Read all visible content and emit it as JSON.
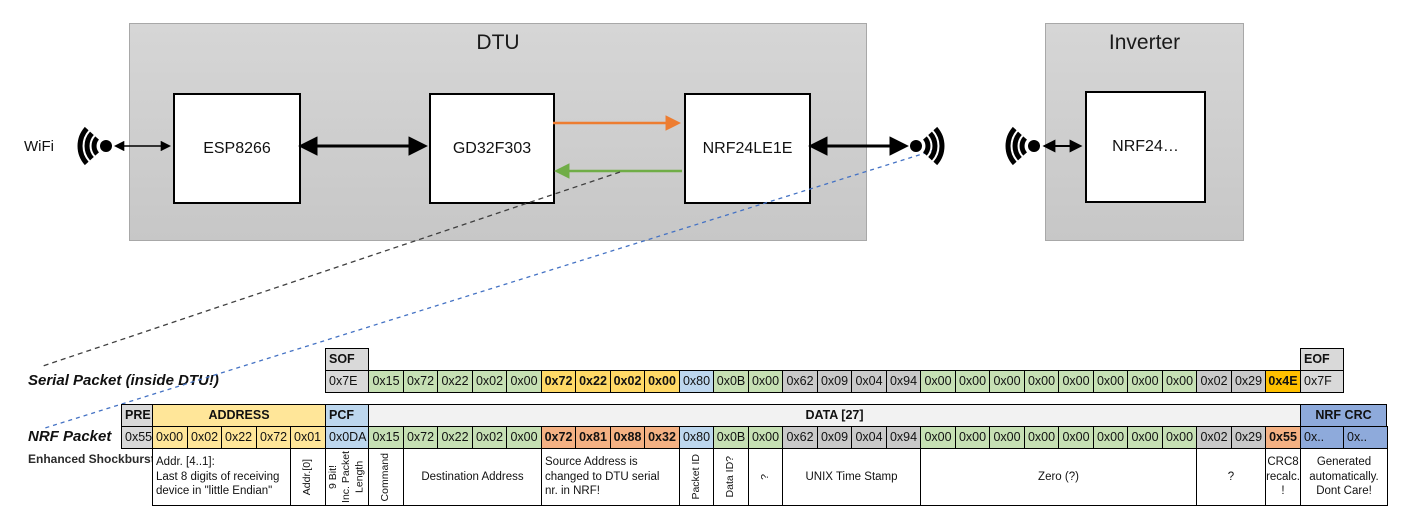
{
  "diagram": {
    "wifi_label": "WiFi",
    "dtu": {
      "title": "DTU",
      "boxes": [
        "ESP8266",
        "GD32F303",
        "NRF24LE1E"
      ]
    },
    "inverter": {
      "title": "Inverter",
      "box": "NRF24…"
    }
  },
  "serial_packet": {
    "label": "Serial Packet (inside DTU!)",
    "sof": {
      "header": "SOF",
      "value": "0x7E"
    },
    "eof": {
      "header": "EOF",
      "value": "0x7F"
    },
    "bytes": [
      {
        "v": "0x15",
        "s": "green"
      },
      {
        "v": "0x72",
        "s": "green"
      },
      {
        "v": "0x22",
        "s": "green"
      },
      {
        "v": "0x02",
        "s": "green"
      },
      {
        "v": "0x00",
        "s": "green"
      },
      {
        "v": "0x72",
        "s": "gold"
      },
      {
        "v": "0x22",
        "s": "gold"
      },
      {
        "v": "0x02",
        "s": "gold"
      },
      {
        "v": "0x00",
        "s": "gold"
      },
      {
        "v": "0x80",
        "s": "blue"
      },
      {
        "v": "0x0B",
        "s": "green"
      },
      {
        "v": "0x00",
        "s": "green"
      },
      {
        "v": "0x62",
        "s": "gray"
      },
      {
        "v": "0x09",
        "s": "gray"
      },
      {
        "v": "0x04",
        "s": "gray"
      },
      {
        "v": "0x94",
        "s": "gray"
      },
      {
        "v": "0x00",
        "s": "green"
      },
      {
        "v": "0x00",
        "s": "green"
      },
      {
        "v": "0x00",
        "s": "green"
      },
      {
        "v": "0x00",
        "s": "green"
      },
      {
        "v": "0x00",
        "s": "green"
      },
      {
        "v": "0x00",
        "s": "green"
      },
      {
        "v": "0x00",
        "s": "green"
      },
      {
        "v": "0x00",
        "s": "green"
      },
      {
        "v": "0x02",
        "s": "gray"
      },
      {
        "v": "0x29",
        "s": "gray"
      },
      {
        "v": "0x4E",
        "s": "amber"
      }
    ]
  },
  "nrf_packet": {
    "label": "NRF Packet",
    "sublabel": "Enhanced Shockburst",
    "pre": {
      "header": "PRE",
      "value": "0x55"
    },
    "address": {
      "header": "ADDRESS",
      "values": [
        "0x00",
        "0x02",
        "0x22",
        "0x72",
        "0x01"
      ]
    },
    "pcf": {
      "header": "PCF",
      "value": "0x0DA"
    },
    "data_header": "DATA [27]",
    "crc": {
      "header": "NRF CRC",
      "values": [
        "0x..",
        "0x.."
      ]
    },
    "bytes": [
      {
        "v": "0x15",
        "s": "green"
      },
      {
        "v": "0x72",
        "s": "green"
      },
      {
        "v": "0x22",
        "s": "green"
      },
      {
        "v": "0x02",
        "s": "green"
      },
      {
        "v": "0x00",
        "s": "green"
      },
      {
        "v": "0x72",
        "s": "orange"
      },
      {
        "v": "0x81",
        "s": "orange"
      },
      {
        "v": "0x88",
        "s": "orange"
      },
      {
        "v": "0x32",
        "s": "orange"
      },
      {
        "v": "0x80",
        "s": "blue"
      },
      {
        "v": "0x0B",
        "s": "green"
      },
      {
        "v": "0x00",
        "s": "green"
      },
      {
        "v": "0x62",
        "s": "gray"
      },
      {
        "v": "0x09",
        "s": "gray"
      },
      {
        "v": "0x04",
        "s": "gray"
      },
      {
        "v": "0x94",
        "s": "gray"
      },
      {
        "v": "0x00",
        "s": "green"
      },
      {
        "v": "0x00",
        "s": "green"
      },
      {
        "v": "0x00",
        "s": "green"
      },
      {
        "v": "0x00",
        "s": "green"
      },
      {
        "v": "0x00",
        "s": "green"
      },
      {
        "v": "0x00",
        "s": "green"
      },
      {
        "v": "0x00",
        "s": "green"
      },
      {
        "v": "0x00",
        "s": "green"
      },
      {
        "v": "0x02",
        "s": "gray"
      },
      {
        "v": "0x29",
        "s": "gray"
      },
      {
        "v": "0x55",
        "s": "orange"
      }
    ]
  },
  "annotations": [
    {
      "text": "Addr. [4..1]:\nLast 8 digits of receiving\ndevice in \"little Endian\"",
      "area": "address",
      "from": 0,
      "to": 3,
      "align": "left"
    },
    {
      "text": "Addr.[0]",
      "area": "address",
      "from": 4,
      "to": 4,
      "rot": true
    },
    {
      "text": "9 Bit!\nInc. Packet\nLength",
      "area": "pcf",
      "from": 0,
      "to": 0,
      "rot": true
    },
    {
      "text": "Command",
      "area": "data",
      "from": 0,
      "to": 0,
      "rot": true
    },
    {
      "text": "Destination Address",
      "area": "data",
      "from": 1,
      "to": 4
    },
    {
      "text": "Source Address is\nchanged to DTU serial\nnr. in NRF!",
      "area": "data",
      "from": 5,
      "to": 8,
      "bg": "orange",
      "align": "left"
    },
    {
      "text": "Packet ID",
      "area": "data",
      "from": 9,
      "to": 9,
      "rot": true
    },
    {
      "text": "Data ID?",
      "area": "data",
      "from": 10,
      "to": 10,
      "rot": true
    },
    {
      "text": "?",
      "area": "data",
      "from": 11,
      "to": 11,
      "rot": true
    },
    {
      "text": "UNIX Time Stamp",
      "area": "data",
      "from": 12,
      "to": 15
    },
    {
      "text": "Zero (?)",
      "area": "data",
      "from": 16,
      "to": 23
    },
    {
      "text": "?",
      "area": "data",
      "from": 24,
      "to": 25
    },
    {
      "text": "CRC8\nrecalc.\n!",
      "area": "data",
      "from": 26,
      "to": 26,
      "bg": "orange"
    },
    {
      "text": "Generated\nautomatically.\nDont Care!",
      "area": "crc",
      "from": 0,
      "to": 1
    }
  ],
  "colors": {
    "green_cell": "#C6E0B4",
    "yellow_cell": "#FFE699",
    "gold_cell": "#FFD966",
    "amber_cell": "#FFC000",
    "orange_cell": "#F4B183",
    "light_blue_cell": "#BDD7EE",
    "medium_blue_cell": "#8EAADB",
    "gray_cell": "#C9C9C9",
    "header_gray": "#D9D9D9",
    "data_header_gray": "#F2F2F2",
    "orange_arrow": "#ED7D31",
    "green_arrow": "#70AD47",
    "blue_dashed_line": "#4472C4"
  }
}
